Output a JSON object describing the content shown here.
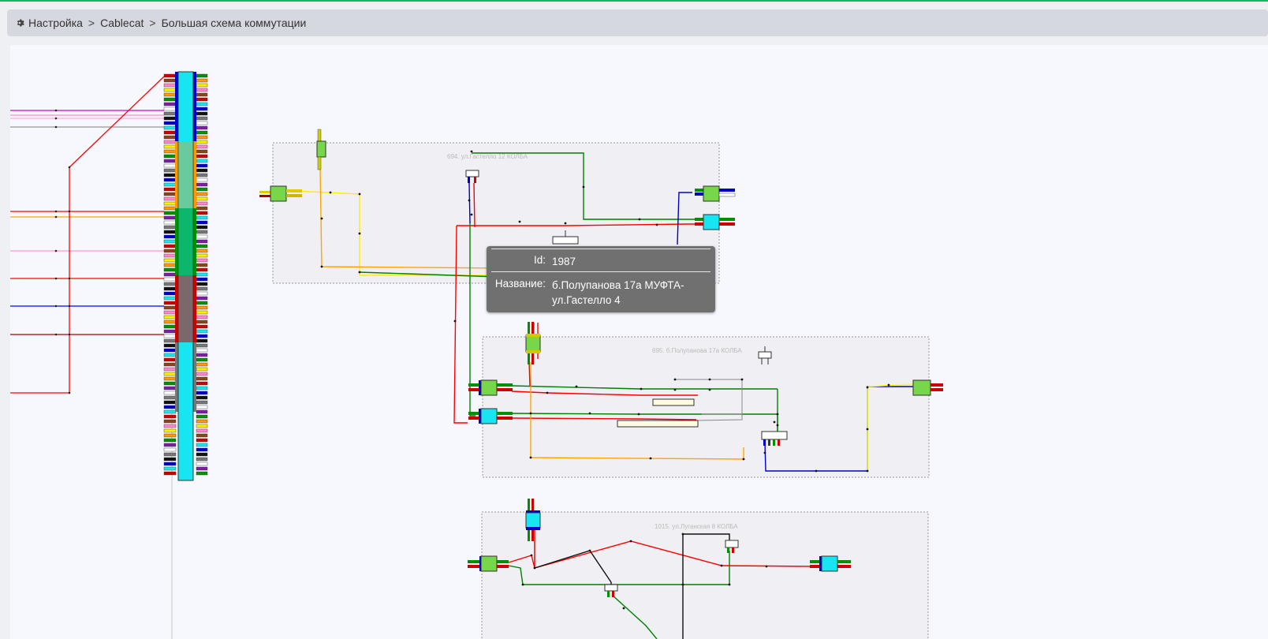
{
  "breadcrumb": {
    "icon": "gear-icon",
    "items": [
      "Настройка",
      "Cablecat",
      "Большая схема коммутации"
    ],
    "separator": ">"
  },
  "schema": {
    "groups": [
      {
        "label": "694. ул.Гастелло 12 КОЛБА"
      },
      {
        "label": "695. б.Полупанова 17а КОЛБА"
      },
      {
        "label": "1015. ул.Луганская 8 КОЛБА"
      }
    ]
  },
  "tooltip": {
    "id_label": "Id:",
    "id_value": "1987",
    "name_label": "Название:",
    "name_value": "б.Полупанова 17а МУФТА-ул.Гастелло 4"
  },
  "colors": {
    "accent_top": "#12b866",
    "cable_red": "#ff0000",
    "cable_green": "#008000",
    "cable_blue": "#0000cc",
    "cable_yellow": "#ffff00",
    "cable_orange": "#ffa500",
    "connector_green": "#77d64a",
    "connector_cyan": "#17e6f2"
  }
}
